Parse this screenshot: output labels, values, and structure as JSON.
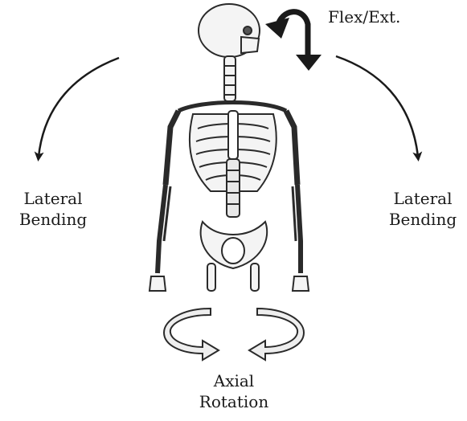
{
  "labels": {
    "flex_ext": "Flex/Ext.",
    "lateral_left_line1": "Lateral",
    "lateral_left_line2": "Bending",
    "lateral_right_line1": "Lateral",
    "lateral_right_line2": "Bending",
    "axial_line1": "Axial",
    "axial_line2": "Rotation"
  }
}
